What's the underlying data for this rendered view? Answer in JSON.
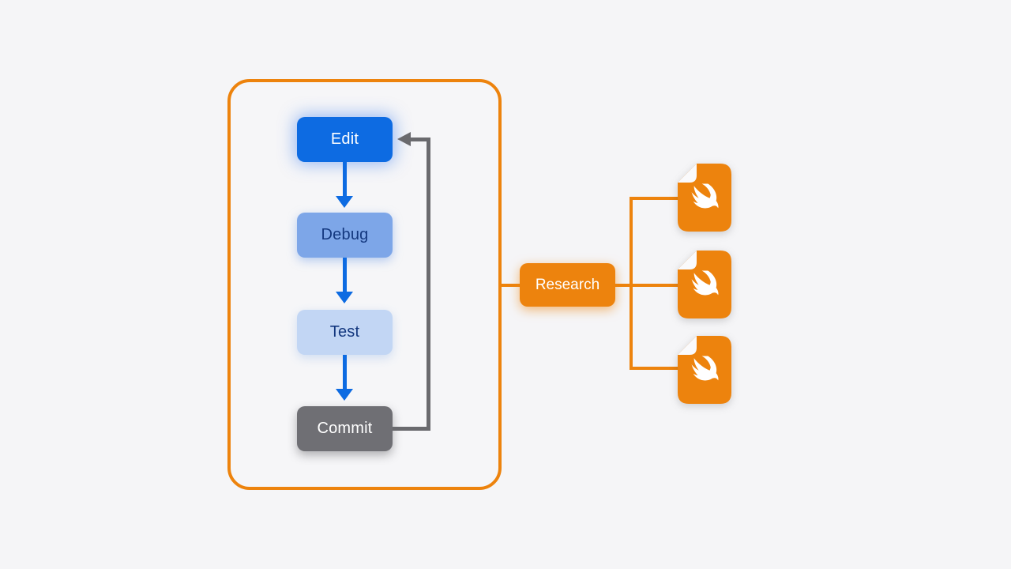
{
  "workflow": {
    "nodes": [
      {
        "id": "edit",
        "label": "Edit",
        "fill": "#0D6BE2",
        "text_color": "#FFFFFF"
      },
      {
        "id": "debug",
        "label": "Debug",
        "fill": "#7DA6E8",
        "text_color": "#14387F"
      },
      {
        "id": "test",
        "label": "Test",
        "fill": "#C2D6F4",
        "text_color": "#14387F"
      },
      {
        "id": "commit",
        "label": "Commit",
        "fill": "#6F6F74",
        "text_color": "#FFFFFF"
      }
    ],
    "edges": [
      {
        "from": "edit",
        "to": "debug",
        "color": "#0D6BE2"
      },
      {
        "from": "debug",
        "to": "test",
        "color": "#0D6BE2"
      },
      {
        "from": "test",
        "to": "commit",
        "color": "#0D6BE2"
      },
      {
        "from": "commit",
        "to": "edit",
        "type": "feedback-loop",
        "color": "#6A6A6E"
      }
    ]
  },
  "research": {
    "label": "Research",
    "fill": "#ED830D",
    "text_color": "#FFFFFF"
  },
  "files": [
    {
      "icon": "swift-file-icon"
    },
    {
      "icon": "swift-file-icon"
    },
    {
      "icon": "swift-file-icon"
    }
  ],
  "colors": {
    "background": "#F5F5F7",
    "accent_orange": "#ED830D",
    "accent_blue": "#0D6BE2",
    "loop_gray": "#6A6A6E"
  }
}
